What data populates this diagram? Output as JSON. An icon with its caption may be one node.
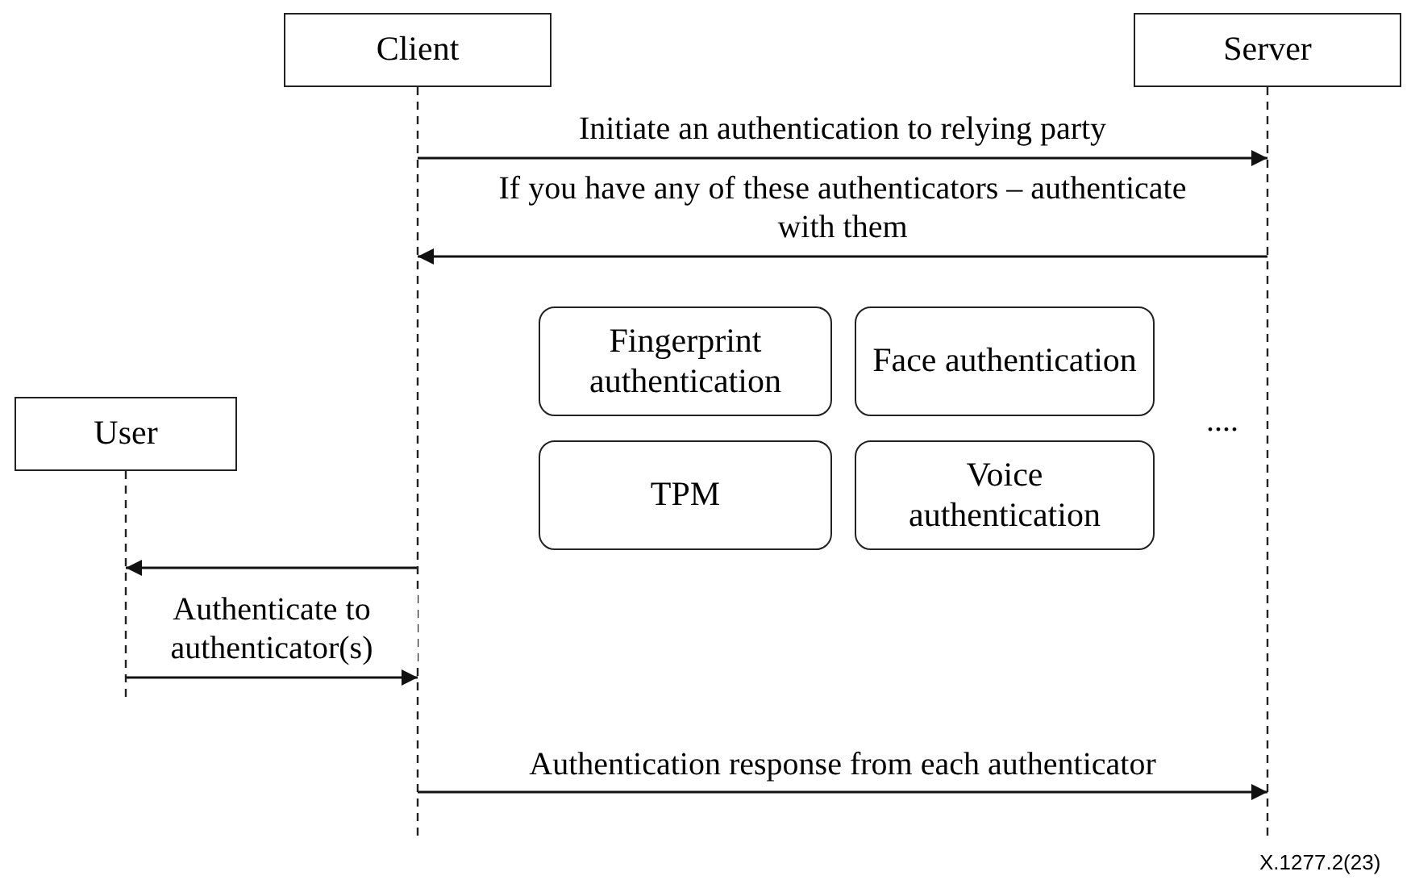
{
  "diagram": {
    "nodes": [
      {
        "text": [
          "Client"
        ]
      },
      {
        "text": [
          "Server"
        ]
      },
      {
        "text": [
          "Fingerprint authentication"
        ]
      },
      {
        "text": [
          "Face authentication"
        ]
      },
      {
        "text": [
          "User"
        ]
      },
      {
        "text": [
          "TPM"
        ]
      },
      {
        "text": [
          "Voice authentication"
        ]
      }
    ],
    "edges": [
      {
        "from": 0,
        "to": 1,
        "arrow": "to",
        "label": "Initiate an authentication to relying party"
      },
      {
        "from": 1,
        "to": 0,
        "arrow": "to",
        "label": "If you have any of these authenticators – authenticate with them"
      },
      {
        "from": 0,
        "to": 4,
        "arrow": "to"
      },
      {
        "from": 4,
        "to": 0,
        "arrow": "to",
        "label": "Authenticate to authenticator(s)"
      },
      {
        "from": 0,
        "to": 1,
        "arrow": "to",
        "label": "Authentication response from each authenticator"
      }
    ],
    "labels": [
      "....",
      "X.1277.2(23)"
    ]
  }
}
